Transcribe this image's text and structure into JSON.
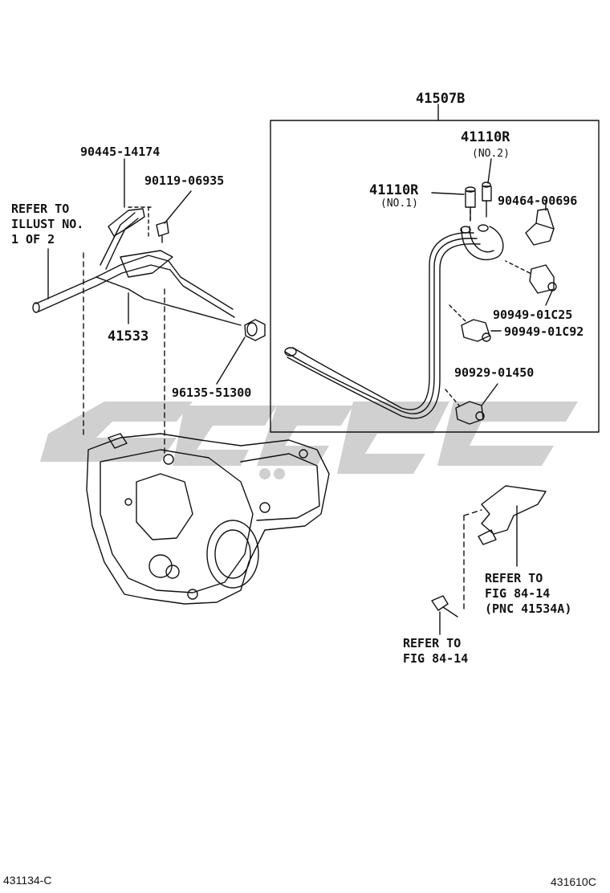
{
  "callouts": {
    "assembly": "41507B",
    "hose_no2_part": "41110R",
    "hose_no2_sub": "(NO.2)",
    "hose_no1_part": "41110R",
    "hose_no1_sub": "(NO.1)",
    "clip_a": "90464-00696",
    "clip_b": "90949-01C25",
    "clip_c": "90949-01C92",
    "clip_d": "90929-01450",
    "hose_top": "90445-14174",
    "bolt_top": "90119-06935",
    "refer_illust_1": "REFER TO",
    "refer_illust_2": "ILLUST NO.",
    "refer_illust_3": "1 OF 2",
    "tube": "41533",
    "plug": "96135-51300",
    "refer_fig_a_1": "REFER TO",
    "refer_fig_a_2": "FIG 84-14",
    "refer_fig_a_3": "(PNC 41534A)",
    "refer_fig_b_1": "REFER TO",
    "refer_fig_b_2": "FIG 84-14"
  },
  "footer": {
    "left_code": "431134-C",
    "right_code": "431610C"
  },
  "colors": {
    "line": "#111111",
    "watermark": "#c8c8c8"
  }
}
